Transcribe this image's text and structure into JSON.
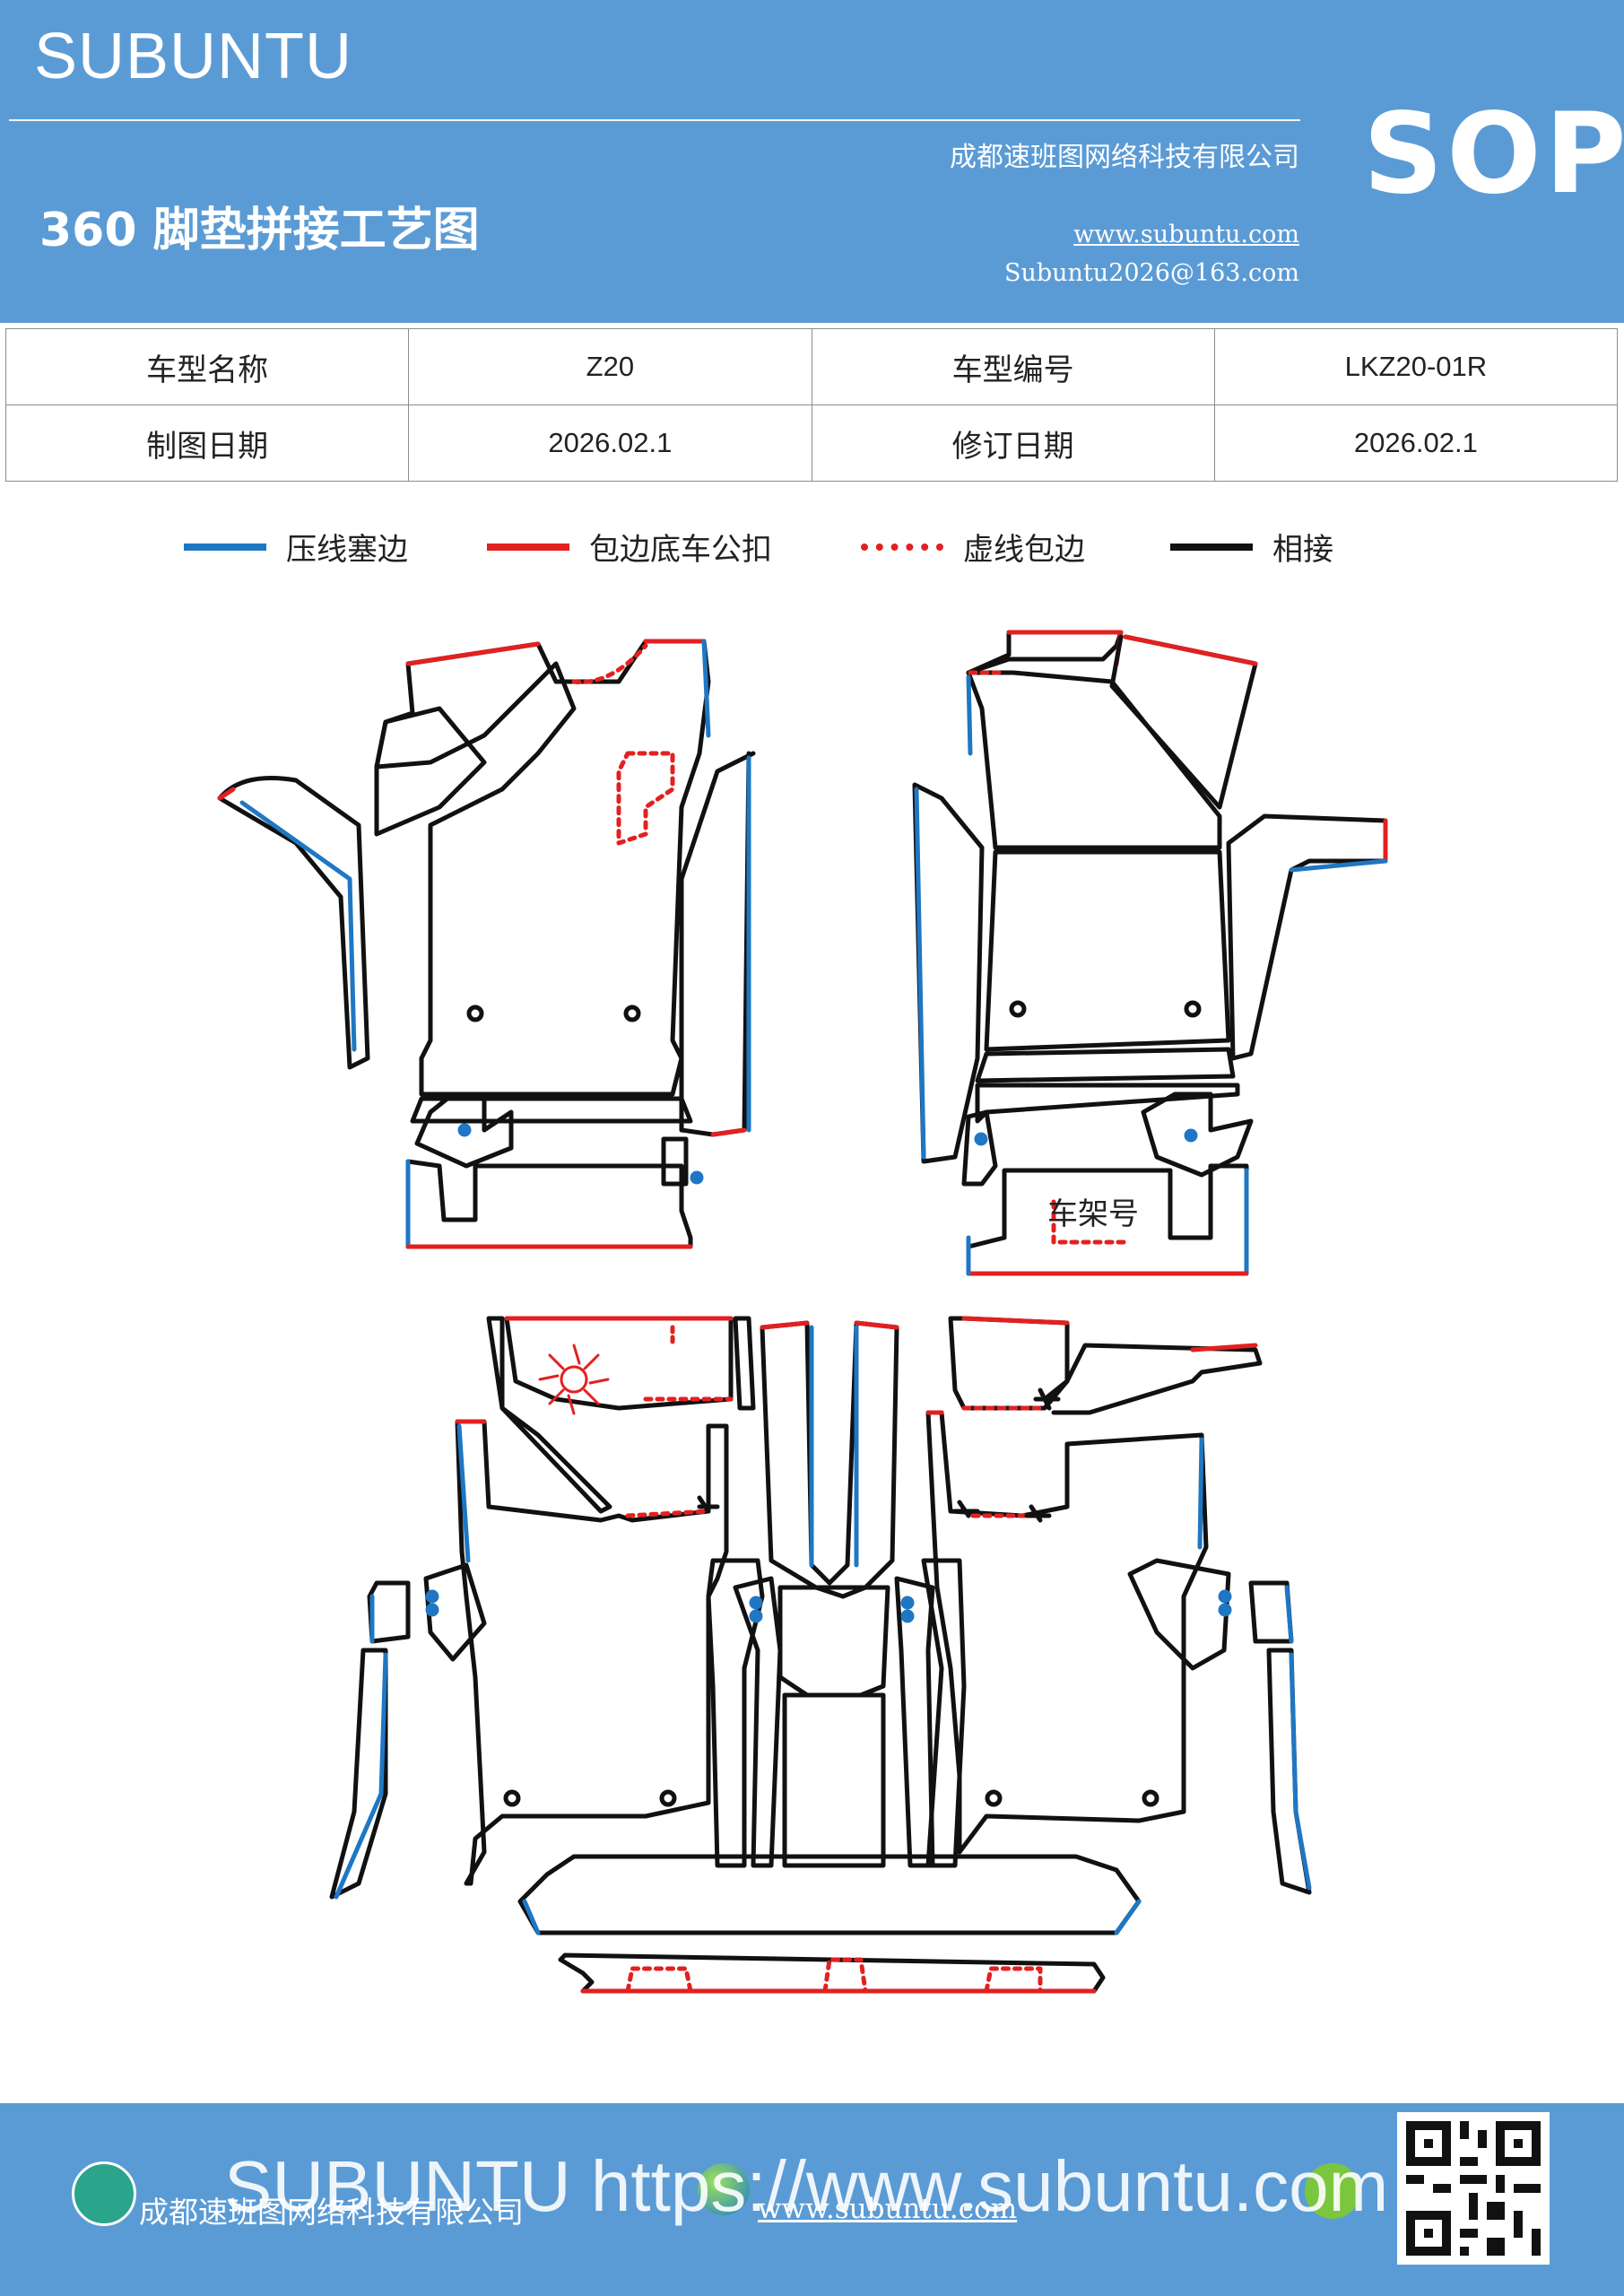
{
  "header": {
    "brand": "SUBUNTU",
    "title": "360 脚垫拼接工艺图",
    "company": "成都速班图网络科技有限公司",
    "website": "www.subuntu.com",
    "email": "Subuntu2026@163.com",
    "badge": "SOP"
  },
  "info": {
    "model_name_label": "车型名称",
    "model_name_value": "Z20",
    "model_code_label": "车型编号",
    "model_code_value": "LKZ20-01R",
    "draw_date_label": "制图日期",
    "draw_date_value": "2026.02.1",
    "revision_date_label": "修订日期",
    "revision_date_value": "2026.02.1"
  },
  "legend": [
    {
      "label": "压线塞边",
      "color": "#1f77c4",
      "style": "solid"
    },
    {
      "label": "包边底车公扣",
      "color": "#e32020",
      "style": "solid"
    },
    {
      "label": "虚线包边",
      "color": "#e32020",
      "style": "dotted"
    },
    {
      "label": "相接",
      "color": "#111111",
      "style": "solid"
    }
  ],
  "drawing": {
    "frame_label": "车架号"
  },
  "footer": {
    "company": "成都速班图网络科技有限公司",
    "website": "www.subuntu.com",
    "watermark": "SUBUNTU https://www.subuntu.com"
  },
  "colors": {
    "header_bg": "#5b9bd5",
    "blue_edge": "#1f77c4",
    "red_edge": "#e32020",
    "black_edge": "#111111"
  }
}
